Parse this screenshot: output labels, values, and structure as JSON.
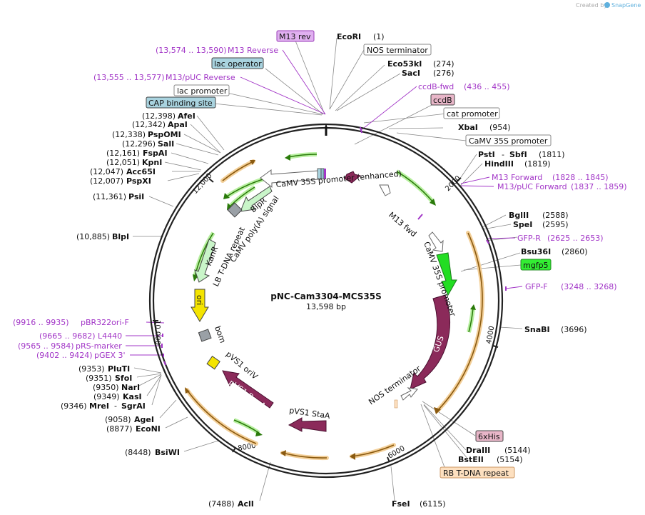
{
  "credit": "Created by",
  "credit_brand": "SnapGene",
  "plasmid": {
    "name": "pNC-Cam3304-MCS35S",
    "size": "13,598 bp"
  },
  "ticks": [
    "2000",
    "4000",
    "6000",
    "8000",
    "10,000",
    "12,000"
  ],
  "sites": [
    {
      "name": "EcoRI",
      "pos": "(1)"
    },
    {
      "name": "Eco53kI",
      "pos": "(274)"
    },
    {
      "name": "SacI",
      "pos": "(276)"
    },
    {
      "name": "XbaI",
      "pos": "(954)"
    },
    {
      "name": "PstI",
      "extra": "SbfI",
      "pos": "(1811)"
    },
    {
      "name": "HindIII",
      "pos": "(1819)"
    },
    {
      "name": "BglII",
      "pos": "(2588)"
    },
    {
      "name": "SpeI",
      "pos": "(2595)"
    },
    {
      "name": "Bsu36I",
      "pos": "(2860)"
    },
    {
      "name": "SnaBI",
      "pos": "(3696)"
    },
    {
      "name": "DraIII",
      "pos": "(5144)"
    },
    {
      "name": "BstEII",
      "pos": "(5154)"
    },
    {
      "name": "FseI",
      "pos": "(6115)"
    },
    {
      "name": "AclI",
      "pos": "(7488)"
    },
    {
      "name": "BsiWI",
      "pos": "(8448)"
    },
    {
      "name": "EcoNI",
      "pos": "(8877)"
    },
    {
      "name": "AgeI",
      "pos": "(9058)"
    },
    {
      "name": "MreI",
      "extra": "SgrAI",
      "pos": "(9346)"
    },
    {
      "name": "KasI",
      "pos": "(9349)"
    },
    {
      "name": "NarI",
      "pos": "(9350)"
    },
    {
      "name": "SfoI",
      "pos": "(9351)"
    },
    {
      "name": "PluTI",
      "pos": "(9353)"
    },
    {
      "name": "BlpI",
      "pos": "(10,885)"
    },
    {
      "name": "PsiI",
      "pos": "(11,361)"
    },
    {
      "name": "PspXI",
      "pos": "(12,007)"
    },
    {
      "name": "Acc65I",
      "pos": "(12,047)"
    },
    {
      "name": "KpnI",
      "pos": "(12,051)"
    },
    {
      "name": "FspAI",
      "pos": "(12,161)"
    },
    {
      "name": "SalI",
      "pos": "(12,296)"
    },
    {
      "name": "PspOMI",
      "pos": "(12,338)"
    },
    {
      "name": "ApaI",
      "pos": "(12,342)"
    },
    {
      "name": "AfeI",
      "pos": "(12,398)"
    }
  ],
  "primers": [
    {
      "name": "M13 Reverse",
      "range": "(13,574 .. 13,590)"
    },
    {
      "name": "M13/pUC Reverse",
      "range": "(13,555 .. 13,577)"
    },
    {
      "name": "ccdB-fwd",
      "range": "(436 .. 455)"
    },
    {
      "name": "M13 Forward",
      "range": "(1828 .. 1845)"
    },
    {
      "name": "M13/pUC Forward",
      "range": "(1837 .. 1859)"
    },
    {
      "name": "GFP-R",
      "range": "(2625 .. 2653)"
    },
    {
      "name": "GFP-F",
      "range": "(3248 .. 3268)"
    },
    {
      "name": "pBR322ori-F",
      "range": "(9916 .. 9935)"
    },
    {
      "name": "L4440",
      "range": "(9665 .. 9682)"
    },
    {
      "name": "pRS-marker",
      "range": "(9565 .. 9584)"
    },
    {
      "name": "pGEX 3'",
      "range": "(9402 .. 9424)"
    }
  ],
  "boxes": [
    {
      "id": "m13rev",
      "label": "M13 rev",
      "fill": "#e0b0f0",
      "stroke": "#9a3cb8"
    },
    {
      "id": "nos-top",
      "label": "NOS terminator",
      "fill": "#ffffff",
      "stroke": "#888888"
    },
    {
      "id": "lacop",
      "label": "lac operator",
      "fill": "#a9d3df",
      "stroke": "#444444"
    },
    {
      "id": "lacprom",
      "label": "lac promoter",
      "fill": "#ffffff",
      "stroke": "#888888"
    },
    {
      "id": "cap",
      "label": "CAP binding site",
      "fill": "#a9d3df",
      "stroke": "#444444"
    },
    {
      "id": "ccdb",
      "label": "ccdB",
      "fill": "#e8b6c8",
      "stroke": "#444444"
    },
    {
      "id": "catprom",
      "label": "cat promoter",
      "fill": "#ffffff",
      "stroke": "#888888"
    },
    {
      "id": "camv-top",
      "label": "CaMV 35S promoter",
      "fill": "#ffffff",
      "stroke": "#888888"
    },
    {
      "id": "mgfp5",
      "label": "mgfp5",
      "fill": "#33ee33",
      "stroke": "#228822"
    },
    {
      "id": "6xhis",
      "label": "6xHis",
      "fill": "#e8b6c8",
      "stroke": "#444444"
    },
    {
      "id": "rb",
      "label": "RB T-DNA repeat",
      "fill": "#fde0c0",
      "stroke": "#cc9966"
    }
  ],
  "features": {
    "camv_enh": "CaMV 35S promoter (enhanced)",
    "m13fwd": "M13 fwd",
    "camv35s": "CaMV 35S promoter",
    "gus": "GUS",
    "nos": "NOS terminator",
    "staa": "pVS1 StaA",
    "repa": "pVS1 RepA",
    "oriv": "pVS1 oriV",
    "bom": "bom",
    "ori": "ori",
    "kanr": "KanR",
    "lb": "LB T-DNA repeat",
    "polya": "CaMV poly(A) signal",
    "blpr": "BlpR"
  },
  "colors": {
    "backbone": "#222222",
    "orange_arc": "#e8a850",
    "green_arrow": "#3a9a1a",
    "maroon": "#8b2a5a",
    "primer": "#a236c7",
    "feature_green": "#22dd22",
    "ori_yellow": "#f4e400"
  }
}
